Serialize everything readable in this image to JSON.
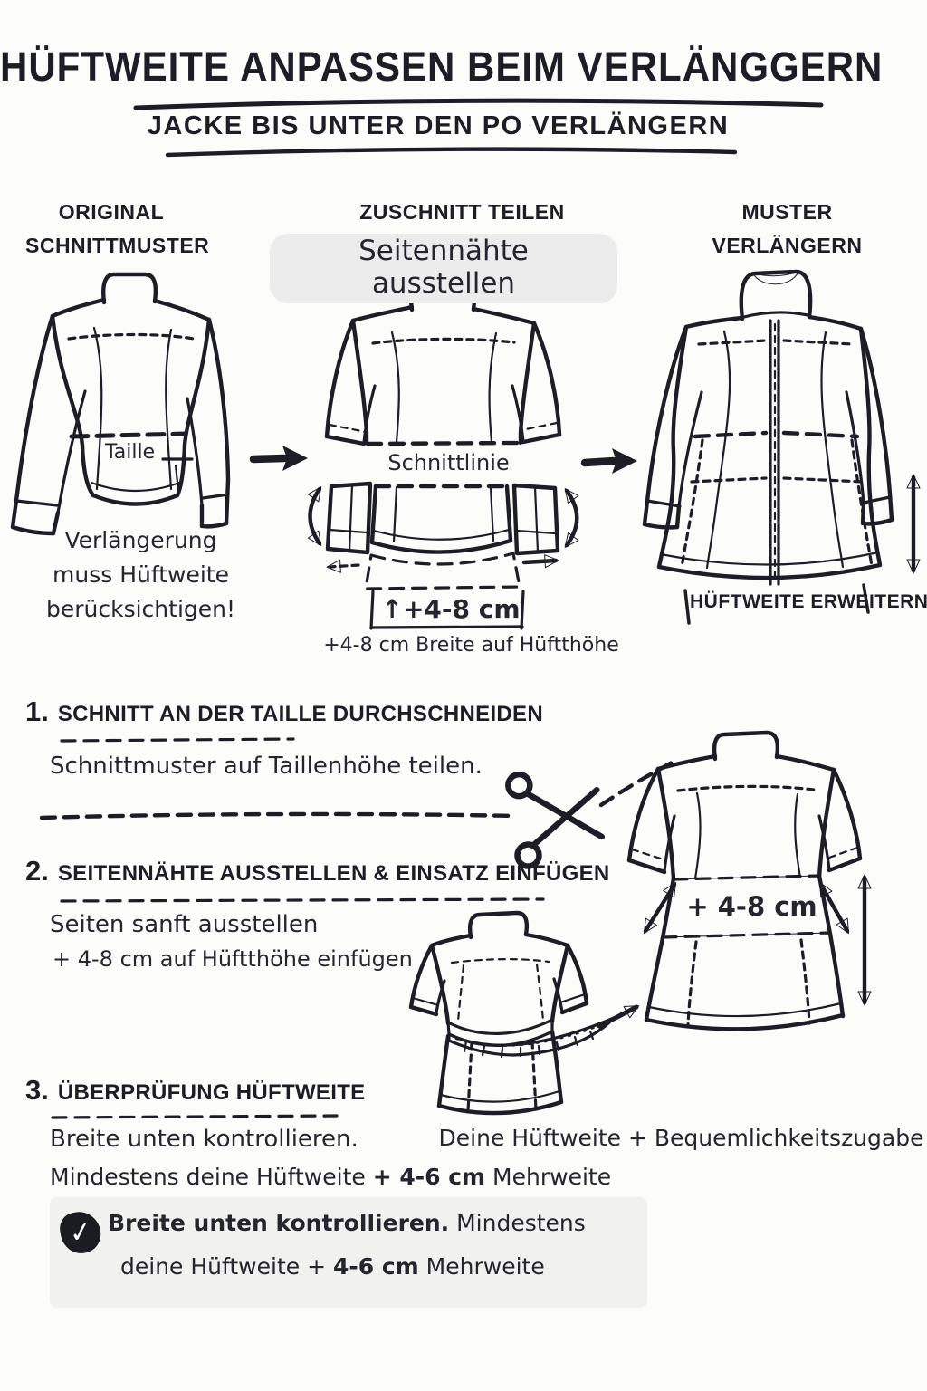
{
  "header": {
    "title": "HÜFTWEITE ANPASSEN BEIM VERLÄNGGERN",
    "subtitle": "JACKE BIS UNTER DEN PO VERLÄNGERN"
  },
  "columns": {
    "original": {
      "title_line1": "ORIGINAL",
      "title_line2": "SCHNITTMUSTER",
      "waist_label": "Taille",
      "note_line1": "Verlängerung",
      "note_line2": "muss Hüftweite",
      "note_line3": "berücksichtigen!"
    },
    "zuschnitt": {
      "title": "ZUSCHNITT TEILEN",
      "highlight": "Seitennähte ausstellen",
      "cut_line_label": "Schnittlinie",
      "insert_arrow": "↑",
      "insert_value": "+4-8 cm",
      "caption": "+4-8 cm Breite auf Hüftthöhe"
    },
    "muster": {
      "title_line1": "MUSTER",
      "title_line2": "VERLÄNGERN",
      "caption": "HÜFTWEITE ERWEITERN"
    }
  },
  "steps": {
    "step1": {
      "number": "1.",
      "title": "SCHNITT AN DER TAILLE DURCHSCHNEIDEN",
      "body": "Schnittmuster auf Taillenhöhe teilen."
    },
    "step2": {
      "number": "2.",
      "title": "SEITENNÄHTE AUSSTELLEN & EINSATZ EINFÜGEN",
      "body_line1": "Seiten sanft ausstellen",
      "body_line2": "+ 4-8 cm auf Hüftthöhe einfügen",
      "band_label": "+ 4-8 cm",
      "caption": "Deine Hüftweite + Bequemlichkeitszugabe"
    },
    "step3": {
      "number": "3.",
      "title": "ÜBERPRÜFUNG HÜFTWEITE",
      "body_line1": "Breite unten kontrollieren.",
      "body_line2_pre": "Mindestens deine Hüftweite  ",
      "body_line2_bold": "+ 4-6 cm",
      "body_line2_post": " Mehrweite"
    }
  },
  "note_box": {
    "check_icon": "✓",
    "line1_bold": "Breite unten kontrollieren.",
    "line1_rest": " Mindestens",
    "line2_pre": "deine Hüftweite + ",
    "line2_bold": "4-6 cm",
    "line2_post": " Mehrweite"
  },
  "colors": {
    "ink": "#1d1d26",
    "insert_gray": "#c9c9c9",
    "highlight_bg": "#ececec",
    "note_box_bg": "#f1f1ef"
  }
}
